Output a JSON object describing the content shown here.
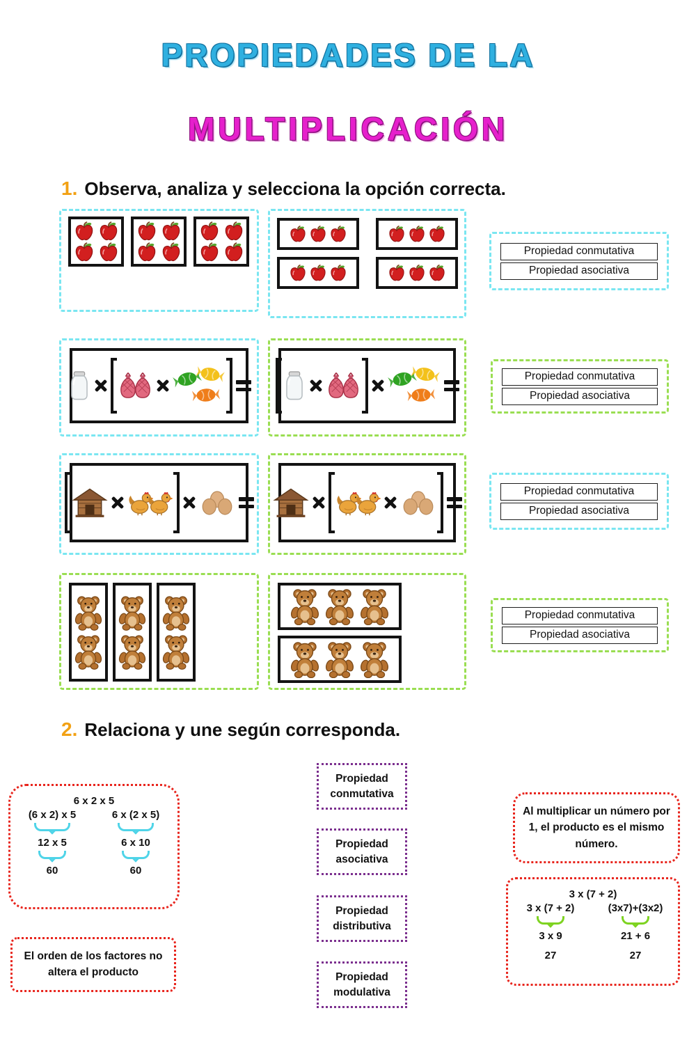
{
  "title": {
    "line1": "PROPIEDADES DE LA",
    "line2": "MULTIPLICACIÓN"
  },
  "section1": {
    "number": "1.",
    "heading": "Observa, analiza y selecciona la opción correcta.",
    "options": [
      "Propiedad conmutativa",
      "Propiedad asociativa"
    ]
  },
  "section2": {
    "number": "2.",
    "heading": "Relaciona y une según corresponda.",
    "assoc": {
      "top": "6 x 2 x 5",
      "expr_left": "(6 x 2) x 5",
      "expr_right": "6 x (2 x 5)",
      "mid_left": "12 x 5",
      "mid_right": "6 x 10",
      "res_left": "60",
      "res_right": "60"
    },
    "properties": [
      "Propiedad conmutativa",
      "Propiedad asociativa",
      "Propiedad distributiva",
      "Propiedad modulativa"
    ],
    "modulative_text": "Al multiplicar un número por 1, el producto es el mismo número.",
    "dist": {
      "top": "3 x (7 + 2)",
      "expr_left": "3 x (7 + 2)",
      "expr_right": "(3x7)+(3x2)",
      "mid_left": "3 x 9",
      "mid_right": "21 + 6",
      "res_left": "27",
      "res_right": "27"
    },
    "commutative_text": "El orden de los factores no altera el producto"
  },
  "colors": {
    "cyan_border": "#7ae6f1",
    "green_border": "#9ade52",
    "red_border": "#e8251d",
    "purple_border": "#7b2f8e",
    "orange_accent": "#f2a114",
    "title_blue": "#2fb0e0",
    "title_magenta": "#e620cc",
    "brace_cyan": "#4fd4e8",
    "brace_green": "#7ed321"
  }
}
